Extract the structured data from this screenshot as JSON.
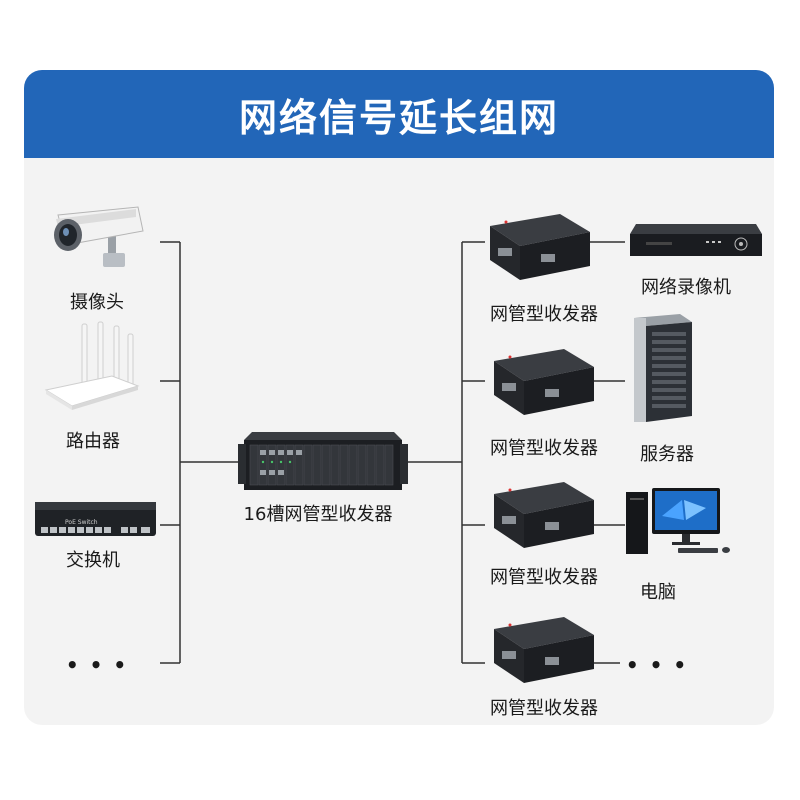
{
  "title": "网络信号延长组网",
  "left_devices": [
    {
      "label": "摄像头",
      "icon": "camera-icon"
    },
    {
      "label": "路由器",
      "icon": "router-icon"
    },
    {
      "label": "交换机",
      "icon": "switch-icon",
      "device_text": "PoE Switch"
    },
    {
      "label": "• • •",
      "icon": "ellipsis-icon"
    }
  ],
  "center_device": {
    "label": "16槽网管型收发器",
    "icon": "chassis-icon"
  },
  "transceivers": [
    {
      "label": "网管型收发器"
    },
    {
      "label": "网管型收发器"
    },
    {
      "label": "网管型收发器"
    },
    {
      "label": "网管型收发器"
    }
  ],
  "right_devices": [
    {
      "label": "网络录像机",
      "icon": "nvr-icon"
    },
    {
      "label": "服务器",
      "icon": "server-icon"
    },
    {
      "label": "电脑",
      "icon": "computer-icon"
    },
    {
      "label": "• • •",
      "icon": "ellipsis-icon"
    }
  ],
  "colors": {
    "banner": "#2266b8",
    "card": "#f3f3f3",
    "line": "#333333"
  }
}
